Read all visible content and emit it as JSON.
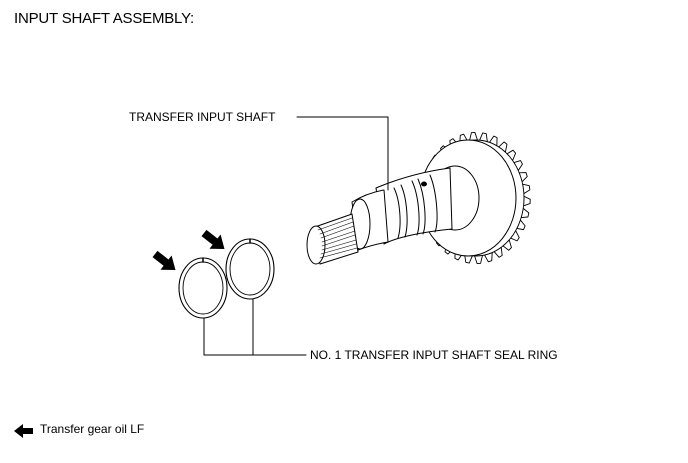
{
  "title": "INPUT SHAFT ASSEMBLY:",
  "callouts": {
    "shaft": "TRANSFER INPUT SHAFT",
    "seal_ring": "NO. 1 TRANSFER INPUT SHAFT SEAL RING"
  },
  "legend": {
    "icon": "arrow-left-icon",
    "label": "Transfer gear oil LF"
  },
  "colors": {
    "line": "#000000",
    "background": "#ffffff"
  }
}
